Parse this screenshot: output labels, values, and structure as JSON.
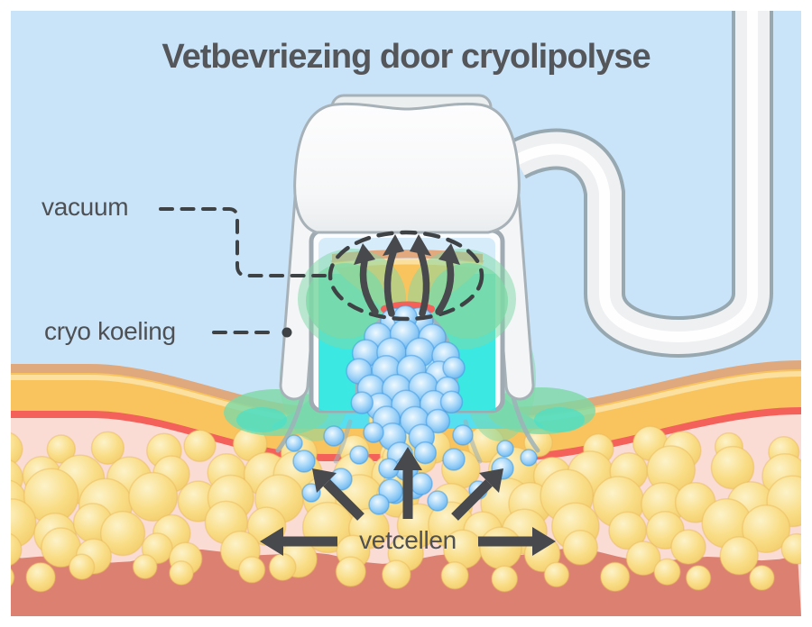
{
  "title": "Vetbevriezing door cryolipolyse",
  "labels": {
    "vacuum": "vacuum",
    "cryo_cooling": "cryo koeling",
    "fat_cells": "vetcellen"
  },
  "palette": {
    "bg": "#c9e4f9",
    "frame": "#ffffff",
    "ink": "#55565a",
    "label": "#4e5053",
    "arrow": "#47494c",
    "dash": "#3f4245",
    "tan": "#dfa87d",
    "orange": "#f9c45e",
    "cream": "#fbe2a2",
    "red": "#f4605a",
    "pink": "#fadcd5",
    "fat": "#f2cb67",
    "fatMid": "#f9dd86",
    "fatHi": "#fdf3c9",
    "fatEdge": "#e9b95e",
    "muscle": "#dc8172",
    "cyan": "#2fe7df",
    "green": "#7dd8a5",
    "teal": "#49dfc8",
    "chamber": "#d7ecfa",
    "device": "#f4f5f6",
    "deviceEdge": "#a7b1b8",
    "tube": "#eef0f2",
    "tubeEdge": "#97a8b1",
    "blue": "#4fa9ee",
    "blueMid": "#a8d7f9",
    "blueHi": "#eff9ff",
    "domeFill": "#c2eaf6",
    "domePink": "#f7cdc5",
    "suctionTan": "#e2a87e"
  }
}
